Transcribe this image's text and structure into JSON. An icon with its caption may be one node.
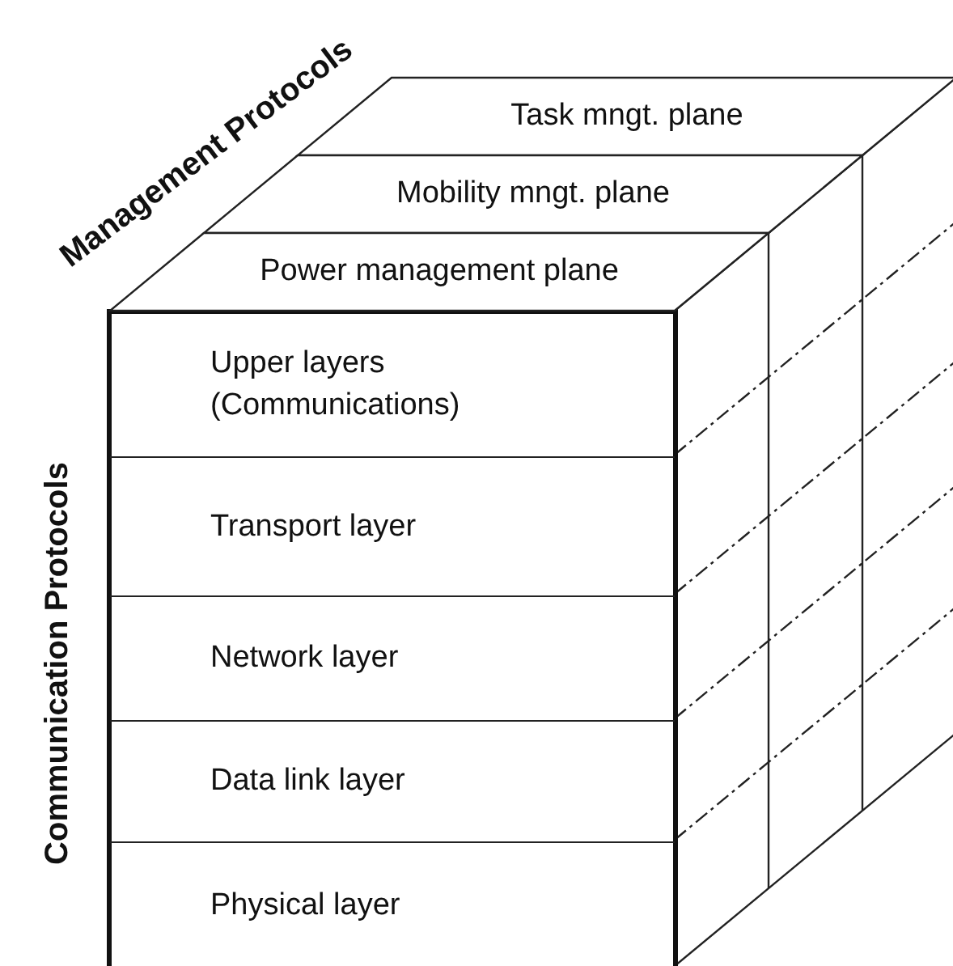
{
  "diagram": {
    "nodes": [
      {
        "text": [
          "Task mngt. plane"
        ]
      },
      {
        "text": [
          "Mobility mngt. plane"
        ]
      },
      {
        "text": [
          "Power management plane"
        ]
      },
      {
        "text": [
          "Upper layers (Communications)"
        ]
      },
      {
        "text": [
          "Transport layer"
        ]
      },
      {
        "text": [
          "Network layer"
        ]
      },
      {
        "text": [
          "Data link layer"
        ]
      },
      {
        "text": [
          "Physical layer"
        ]
      }
    ],
    "labels": [
      "Management Protocols",
      "Communication Protocols"
    ]
  }
}
